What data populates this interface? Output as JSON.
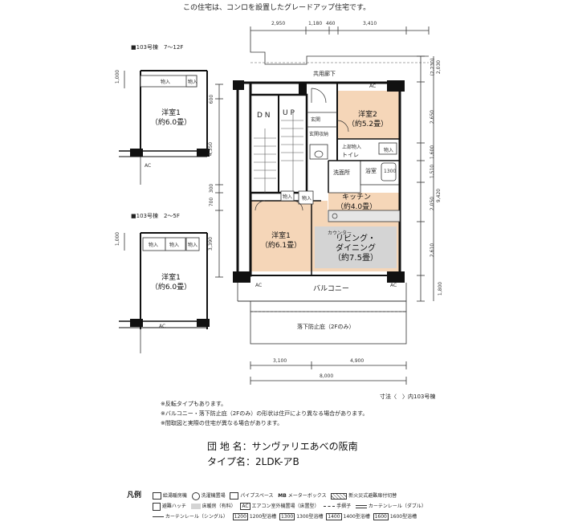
{
  "header": {
    "note": "この住宅は、コンロを設置したグレードアップ住宅です。"
  },
  "top_dims": [
    "2,950",
    "1,180",
    "460",
    "3,410"
  ],
  "right_dims": [
    "(2,230)",
    "2,030",
    "2,650",
    "1,600",
    "1,510",
    "2,050",
    "2,610",
    "1,800"
  ],
  "total_height": "9,420",
  "left_dims": [
    "600",
    "4,350",
    "300",
    "700",
    "3,390"
  ],
  "bottom_dims": [
    "3,100",
    "4,900"
  ],
  "total_width": "8,000",
  "inset_upper": {
    "title": "■103号棟　7〜12F",
    "dim": "1,000",
    "closet": "物入",
    "closet2": "物入",
    "room": "洋室1",
    "area": "（約6.0畳）",
    "ac": "AC"
  },
  "inset_lower": {
    "title": "■103号棟　2〜5F",
    "dim": "1,000",
    "closet1": "物入",
    "closet2": "物入",
    "closet3": "物入",
    "room": "洋室1",
    "area": "（約6.0畳）",
    "ac": "AC"
  },
  "plan": {
    "corridor": "共用廊下",
    "stairs_dn": "D N",
    "stairs_up": "U P",
    "genkan": "玄関",
    "genkan_storage": "玄関収納",
    "room2": "洋室2",
    "room2_area": "（約5.2畳）",
    "closet_upper": "上部物入",
    "closet_r": "物入",
    "toilet": "トイレ",
    "washroom": "洗面所",
    "bath": "浴室",
    "bath_size": "1300",
    "kitchen": "キッチン",
    "kitchen_area": "（約4.0畳）",
    "counter": "カウンター",
    "room1": "洋室1",
    "room1_area": "（約6.1畳）",
    "closet_a": "物入",
    "closet_b": "物入",
    "living": "リビング・",
    "dining": "ダイニング",
    "living_area": "（約7.5畳）",
    "balcony": "バルコニー",
    "ac_top": "AC",
    "ac_bl": "AC",
    "ac_br": "AC",
    "fall_guard": "落下防止庇（2Fのみ）"
  },
  "dim_note": "寸法〈　〉内103号棟",
  "notes": [
    "※反転タイプもあります。",
    "※バルコニー・落下防止庇（2Fのみ）の形状は住戸により異なる場合があります。",
    "※間取図と実際の住宅が異なる場合があります。"
  ],
  "complex_label": "団 地 名：",
  "complex_name": "サンヴァリエあべの阪南",
  "type_label": "タイプ名：",
  "type_name": "2LDK-アB",
  "legend": {
    "title": "凡例",
    "items": [
      "給湯暖房機",
      "洗濯機置場",
      "パイプスペース",
      "メーターボックス",
      "新火災式避難扉付切替",
      "避難ハッチ",
      "床暖房（有料）",
      "エアコン室外機置場（床置型）",
      "手摺子",
      "カーテンレール（ダブル）",
      "カーテンレール（シングル）",
      "1200型浴槽",
      "1300型浴槽",
      "1400型浴槽",
      "1600型浴槽"
    ],
    "mb": "MB",
    "ac": "AC",
    "sizes": [
      "1200",
      "1300",
      "1400",
      "1600"
    ]
  },
  "colors": {
    "room_fill": "#f5d6b8",
    "floor_heat": "#d4d4d4",
    "wall": "#111111"
  }
}
